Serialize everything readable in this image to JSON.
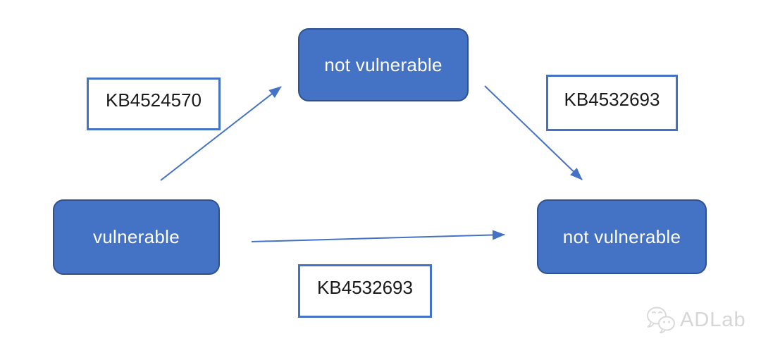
{
  "diagram": {
    "nodes": {
      "vulnerable": {
        "label": "vulnerable"
      },
      "not_vulnerable_top": {
        "label": "not vulnerable"
      },
      "not_vulnerable_right": {
        "label": "not vulnerable"
      }
    },
    "edges": [
      {
        "from": "vulnerable",
        "to": "not_vulnerable_top",
        "label": "KB4524570"
      },
      {
        "from": "not_vulnerable_top",
        "to": "not_vulnerable_right",
        "label": "KB4532693"
      },
      {
        "from": "vulnerable",
        "to": "not_vulnerable_right",
        "label": "KB4532693"
      }
    ],
    "colors": {
      "node_fill": "#4472C4",
      "node_border": "#2F528F",
      "node_text": "#FFFFFF",
      "arrow": "#4472C4",
      "edge_label_border": "#4472C4",
      "edge_label_text": "#1A1A1A",
      "background": "#FFFFFF",
      "watermark": "#D6D6D6"
    }
  },
  "watermark": {
    "text": "ADLab",
    "icon": "wechat-icon"
  }
}
